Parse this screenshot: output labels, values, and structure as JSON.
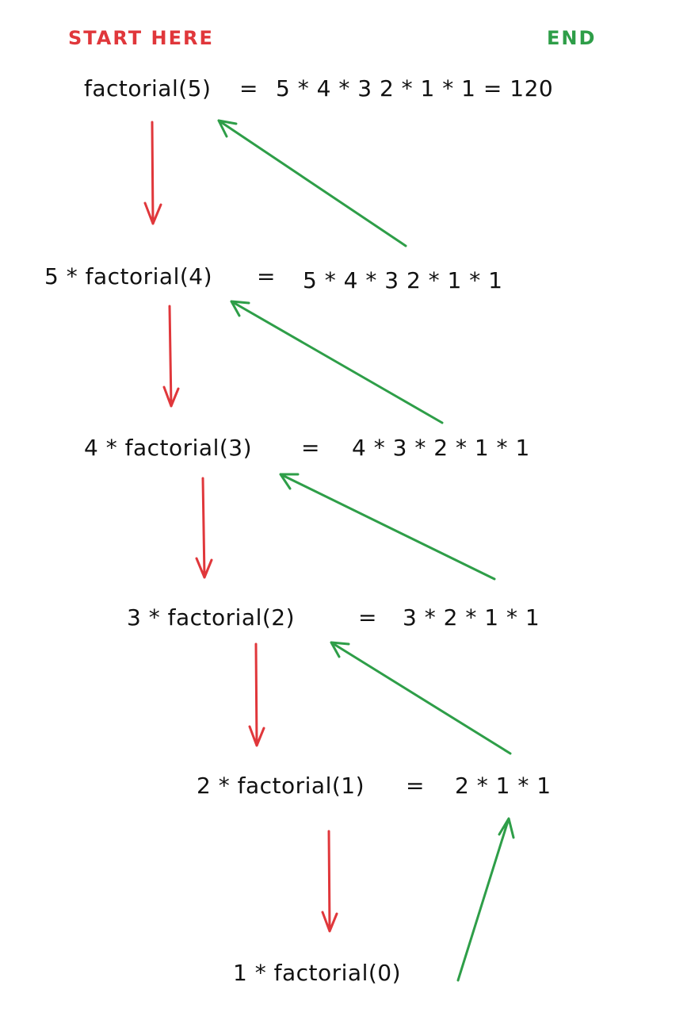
{
  "headers": {
    "start": "START HERE",
    "end": "END"
  },
  "colors": {
    "down_arrow": "#e0373b",
    "up_arrow": "#2e9e48",
    "text": "#111111"
  },
  "rows": [
    {
      "expression": "factorial(5)",
      "equals": "=",
      "result": "5 * 4 * 3 2 * 1 * 1 = 120"
    },
    {
      "expression": "5 * factorial(4)",
      "equals": "=",
      "result": "5 * 4 * 3 2 * 1 * 1"
    },
    {
      "expression": "4 * factorial(3)",
      "equals": "=",
      "result": "4 * 3 * 2 * 1 * 1"
    },
    {
      "expression": "3 * factorial(2)",
      "equals": "=",
      "result": "3 * 2 * 1 * 1"
    },
    {
      "expression": "2 * factorial(1)",
      "equals": "=",
      "result": "2 * 1 * 1"
    },
    {
      "expression": "1 * factorial(0)"
    }
  ]
}
